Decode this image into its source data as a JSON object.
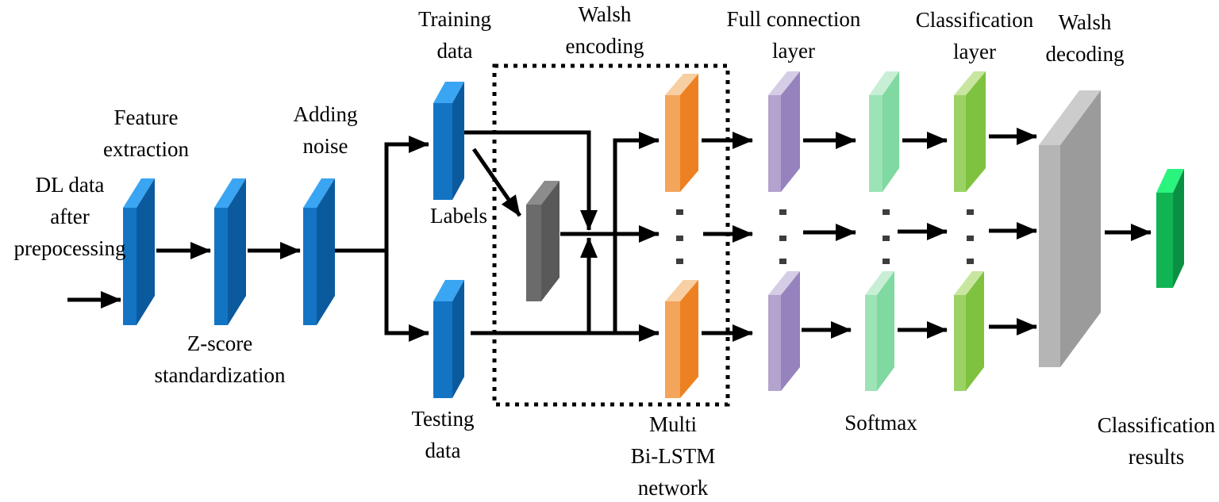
{
  "labels": {
    "dl_data": "DL data\nafter\nprepocessing",
    "feature_extraction": "Feature\nextraction",
    "z_score": "Z-score\nstandardization",
    "adding_noise": "Adding\nnoise",
    "training_data": "Training\ndata",
    "labels_text": "Labels",
    "testing_data": "Testing\ndata",
    "walsh_encoding": "Walsh\nencoding",
    "multi_bilstm": "Multi\nBi-LSTM\nnetwork",
    "full_connection": "Full connection\nlayer",
    "softmax": "Softmax",
    "classification_layer": "Classification\nlayer",
    "walsh_decoding": "Walsh\ndecoding",
    "classification_results": "Classification\nresults"
  },
  "colors": {
    "arrow": "#000000",
    "dots": "#3d3d3d",
    "box_border": "#000000",
    "blue": {
      "front": "#1474c4",
      "top": "#3aa5f2",
      "side": "#0c5a9e"
    },
    "gray_dark": {
      "front": "#6b6b6b",
      "top": "#8c8c8c",
      "side": "#595959"
    },
    "orange": {
      "front": "#f3a55c",
      "top": "#f8cfa2",
      "side": "#ed8122"
    },
    "purple": {
      "front": "#b3a3cf",
      "top": "#d5cce6",
      "side": "#9683bd"
    },
    "mint": {
      "front": "#9ce3b6",
      "top": "#c8efd6",
      "side": "#7fd9a0"
    },
    "green": {
      "front": "#9bd265",
      "top": "#c8e6a0",
      "side": "#7ec23f"
    },
    "gray_big": {
      "front": "#b5b5b5",
      "top": "#cccccc",
      "side": "#9b9b9b"
    },
    "result_green": {
      "front": "#10b452",
      "top": "#2bf47e",
      "side": "#0a9043"
    }
  }
}
